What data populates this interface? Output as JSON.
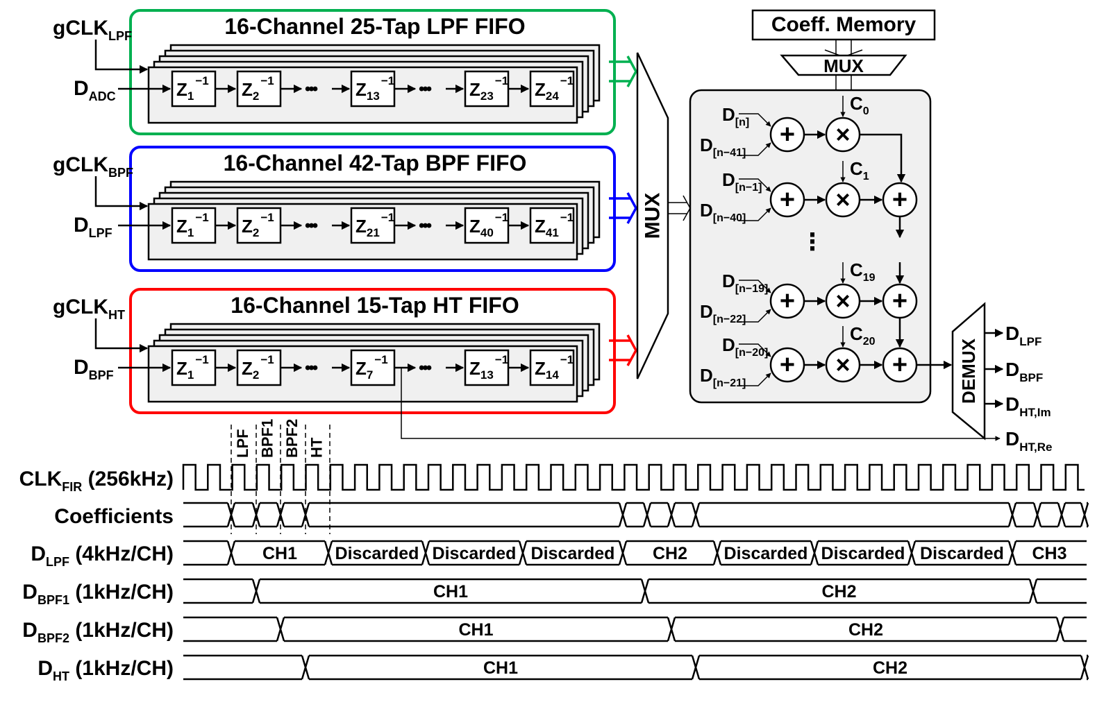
{
  "fifos": [
    {
      "title": "16-Channel 25-Tap LPF FIFO",
      "clk_main": "gCLK",
      "clk_sub": "LPF",
      "in_main": "D",
      "in_sub": "ADC",
      "color": "#00b050",
      "regs": [
        [
          "Z",
          "1",
          "−1"
        ],
        [
          "Z",
          "2",
          "−1"
        ],
        [
          "Z",
          "13",
          "−1"
        ],
        [
          "Z",
          "23",
          "−1"
        ],
        [
          "Z",
          "24",
          "−1"
        ]
      ]
    },
    {
      "title": "16-Channel 42-Tap BPF FIFO",
      "clk_main": "gCLK",
      "clk_sub": "BPF",
      "in_main": "D",
      "in_sub": "LPF",
      "color": "#0000ff",
      "regs": [
        [
          "Z",
          "1",
          "−1"
        ],
        [
          "Z",
          "2",
          "−1"
        ],
        [
          "Z",
          "21",
          "−1"
        ],
        [
          "Z",
          "40",
          "−1"
        ],
        [
          "Z",
          "41",
          "−1"
        ]
      ]
    },
    {
      "title": "16-Channel 15-Tap HT FIFO",
      "clk_main": "gCLK",
      "clk_sub": "HT",
      "in_main": "D",
      "in_sub": "BPF",
      "color": "#ff0000",
      "regs": [
        [
          "Z",
          "1",
          "−1"
        ],
        [
          "Z",
          "2",
          "−1"
        ],
        [
          "Z",
          "7",
          "−1"
        ],
        [
          "Z",
          "13",
          "−1"
        ],
        [
          "Z",
          "14",
          "−1"
        ]
      ]
    }
  ],
  "dots": "•••",
  "vdots": "⋮",
  "mux_label": "MUX",
  "coeff_memory": "Coeff. Memory",
  "coeff_mux": "MUX",
  "demux_label": "DEMUX",
  "mac_rows": [
    {
      "a": [
        "D",
        "[n]"
      ],
      "b": [
        "D",
        "[n−41]"
      ],
      "c": [
        "C",
        "0"
      ]
    },
    {
      "a": [
        "D",
        "[n−1]"
      ],
      "b": [
        "D",
        "[n−40]"
      ],
      "c": [
        "C",
        "1"
      ]
    },
    {
      "a": [
        "D",
        "[n−19]"
      ],
      "b": [
        "D",
        "[n−22]"
      ],
      "c": [
        "C",
        "19"
      ]
    },
    {
      "a": [
        "D",
        "[n−20]"
      ],
      "b": [
        "D",
        "[n−21]"
      ],
      "c": [
        "C",
        "20"
      ]
    }
  ],
  "plus": "+",
  "times": "×",
  "outputs": [
    [
      "D",
      "LPF"
    ],
    [
      "D",
      "BPF"
    ],
    [
      "D",
      "HT,Im"
    ],
    [
      "D",
      "HT,Re"
    ]
  ],
  "phase_labels": [
    "LPF",
    "BPF1",
    "BPF2",
    "HT"
  ],
  "timing": {
    "clk": {
      "main": "CLK",
      "sub": "FIR",
      "suffix": " (256kHz)"
    },
    "coefficients": "Coefficients",
    "lpf": {
      "main": "D",
      "sub": "LPF",
      "suffix": " (4kHz/CH)",
      "segments": [
        "CH1",
        "Discarded",
        "Discarded",
        "Discarded",
        "CH2",
        "Discarded",
        "Discarded",
        "Discarded",
        "CH3"
      ]
    },
    "bpf1": {
      "main": "D",
      "sub": "BPF1",
      "suffix": " (1kHz/CH)",
      "segments": [
        "CH1",
        "CH2"
      ]
    },
    "bpf2": {
      "main": "D",
      "sub": "BPF2",
      "suffix": " (1kHz/CH)",
      "segments": [
        "CH1",
        "CH2"
      ]
    },
    "ht": {
      "main": "D",
      "sub": "HT",
      "suffix": " (1kHz/CH)",
      "segments": [
        "CH1",
        "CH2"
      ]
    }
  }
}
